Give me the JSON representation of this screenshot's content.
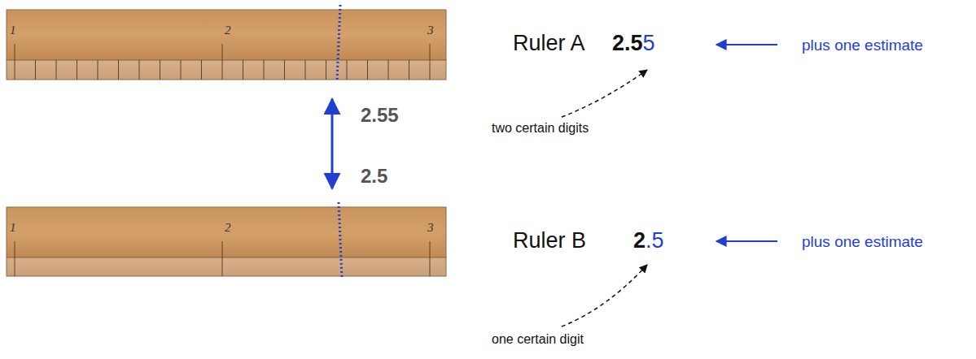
{
  "diagram": {
    "labels": [
      "1",
      "2",
      "3",
      "1",
      "2",
      "3",
      "2.55",
      "2.5",
      "Ruler A",
      "2.5",
      "5",
      "plus one estimate",
      "two certain digits",
      "Ruler B",
      "2",
      ".5",
      "plus one estimate",
      "one certain digit"
    ]
  }
}
